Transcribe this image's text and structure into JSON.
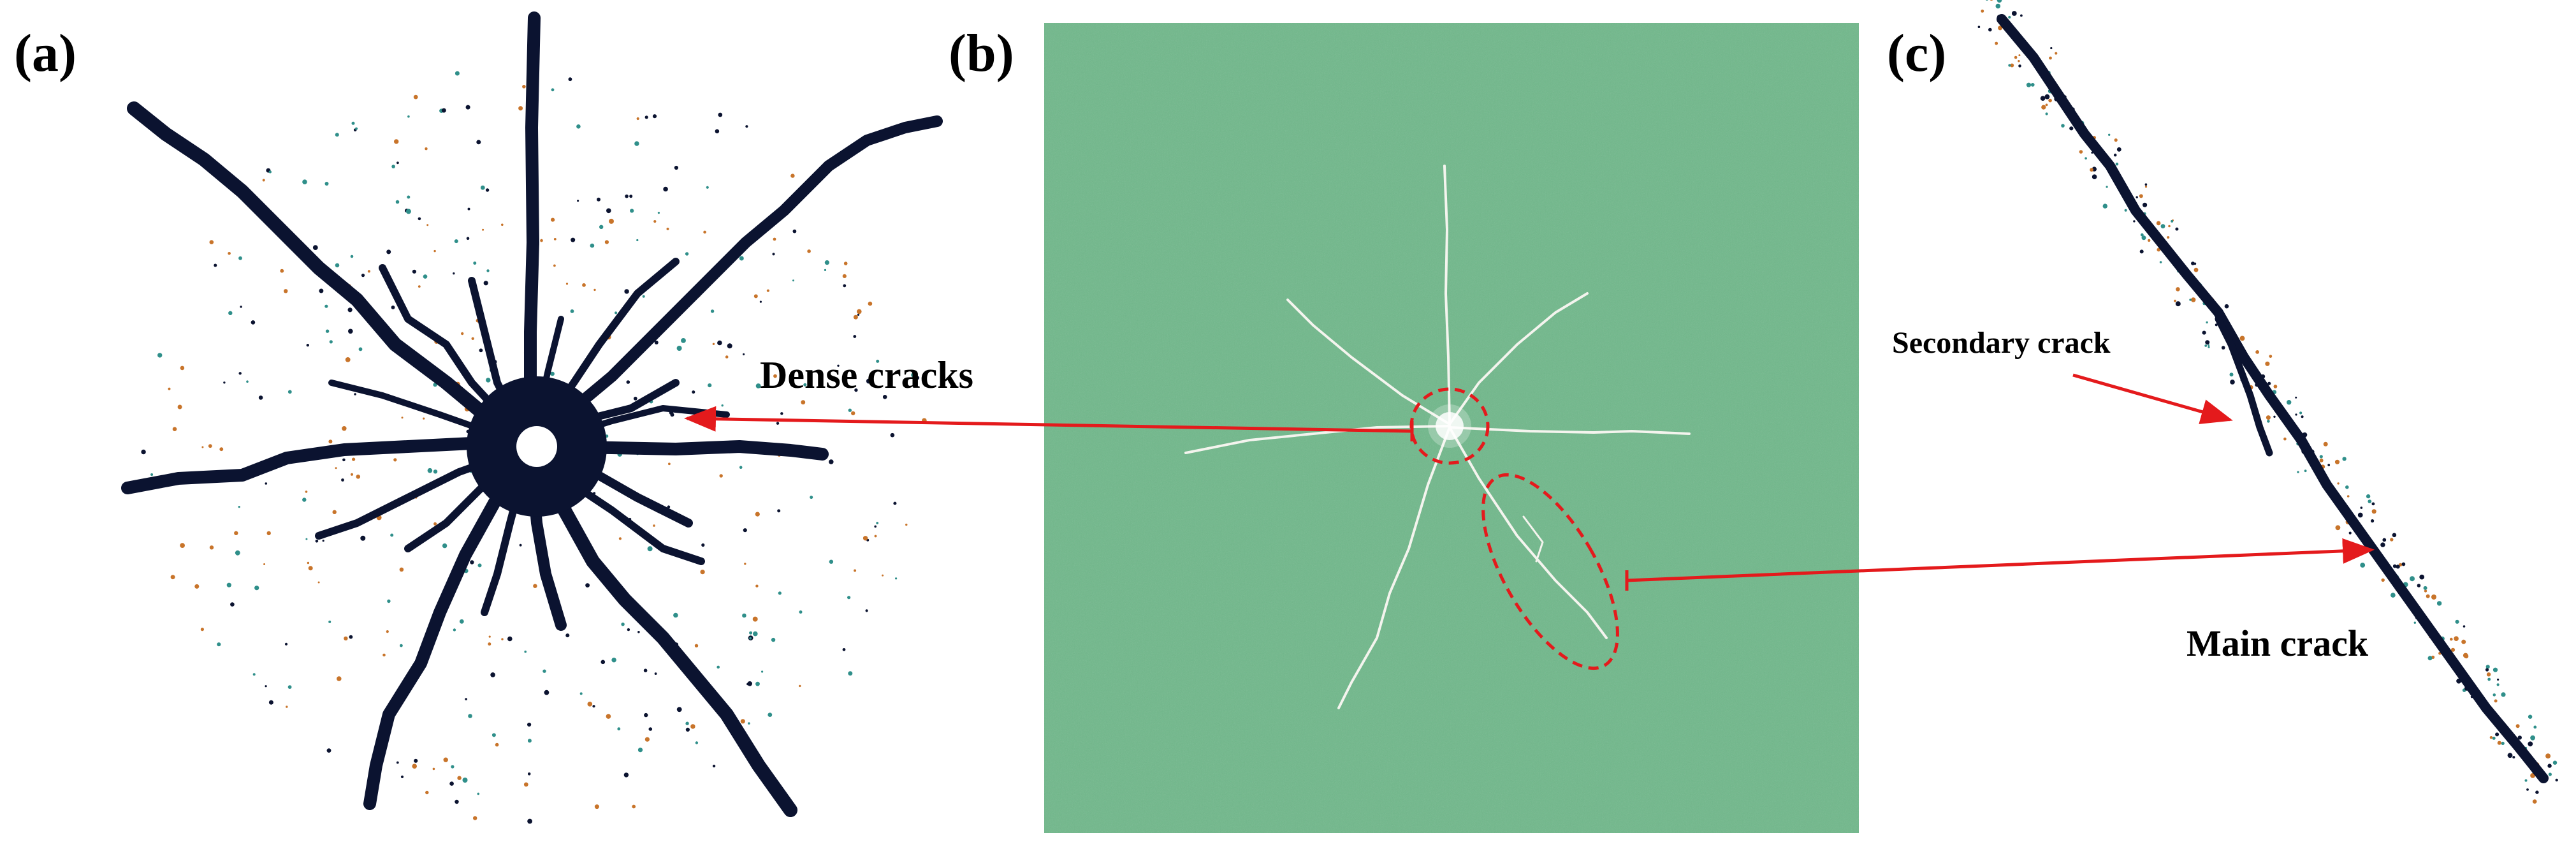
{
  "panels": [
    {
      "label": "(a)"
    },
    {
      "label": "(b)"
    },
    {
      "label": "(c)"
    }
  ],
  "annotations": {
    "dense_cracks": "Dense cracks",
    "secondary_crack": "Secondary crack",
    "main_crack": "Main crack"
  },
  "colors": {
    "crack_dark": "#0b1330",
    "specimen_green": "#6fb88a",
    "crack_white": "#f4f4ee",
    "arrow_red": "#e41a1c",
    "speckle_orange": "#c8742a",
    "speckle_teal": "#2f8f8a"
  }
}
